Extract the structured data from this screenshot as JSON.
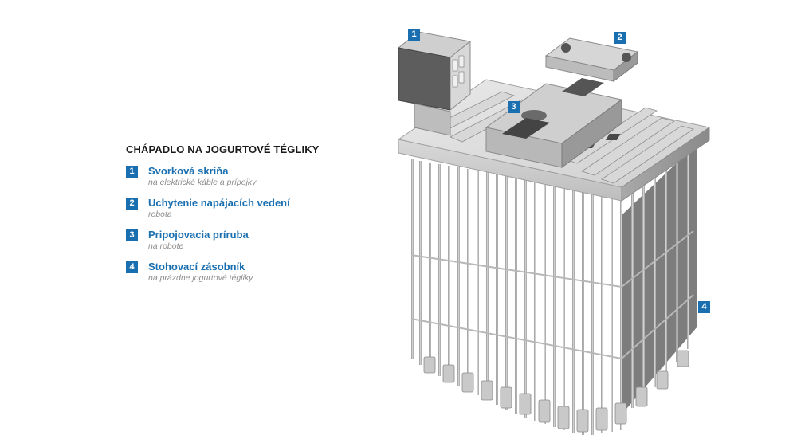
{
  "legend": {
    "title": "CHÁPADLO NA JOGURTOVÉ TÉGLIKY",
    "items": [
      {
        "number": "1",
        "title": "Svorková skriňa",
        "subtitle": "na elektrické káble a prípojky"
      },
      {
        "number": "2",
        "title": "Uchytenie napájacích vedení",
        "subtitle": "robota"
      },
      {
        "number": "3",
        "title": "Pripojovacia príruba",
        "subtitle": "na robote"
      },
      {
        "number": "4",
        "title": "Stohovací zásobník",
        "subtitle": "na prázdne jogurtové tégliky"
      }
    ]
  },
  "callouts": [
    "1",
    "2",
    "3",
    "4"
  ],
  "colors": {
    "accent": "#1a6fb0",
    "title": "#1a1a1a",
    "subtitle": "#8c8c8c"
  }
}
